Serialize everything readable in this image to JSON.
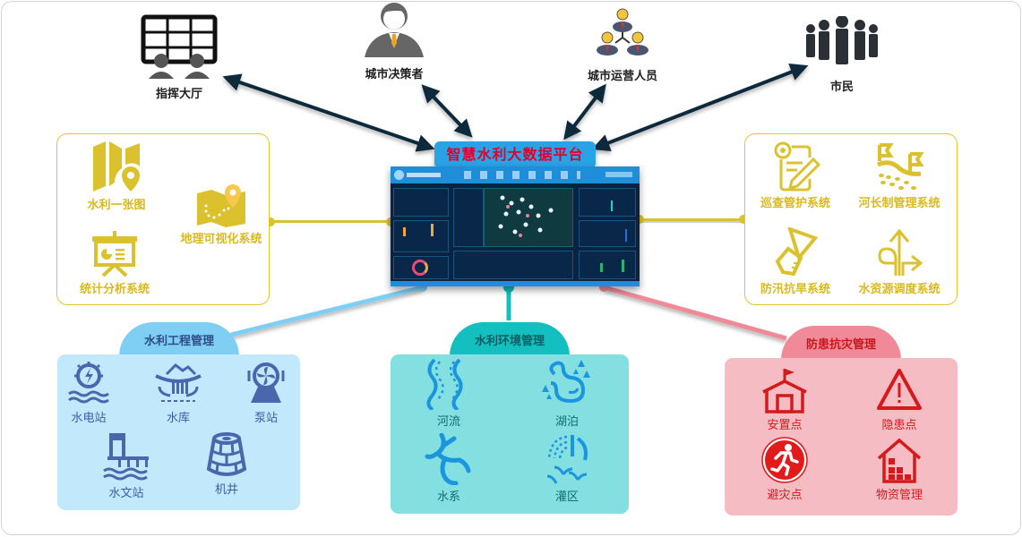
{
  "platform": {
    "title": "智慧水利大数据平台",
    "title_color": "#e3002a",
    "badge_color": "#2aa3e6"
  },
  "users": [
    {
      "label": "指挥大厅",
      "icon": "command-hall-icon"
    },
    {
      "label": "城市决策者",
      "icon": "decision-maker-icon"
    },
    {
      "label": "城市运营人员",
      "icon": "operations-staff-icon"
    },
    {
      "label": "市民",
      "icon": "citizens-icon"
    }
  ],
  "left_panel": {
    "color": "#d9b91f",
    "items": [
      {
        "label": "水利一张图",
        "icon": "folded-map-pin-icon"
      },
      {
        "label": "地理可视化系统",
        "icon": "route-map-icon"
      },
      {
        "label": "统计分析系统",
        "icon": "presentation-board-icon"
      }
    ]
  },
  "right_panel": {
    "color": "#d9b91f",
    "items": [
      {
        "label": "巡查管护系统",
        "icon": "inspection-pencil-icon"
      },
      {
        "label": "河长制管理系统",
        "icon": "river-flags-icon"
      },
      {
        "label": "防汛抗旱系统",
        "icon": "flood-flag-icon"
      },
      {
        "label": "水资源调度系统",
        "icon": "split-arrows-icon"
      }
    ]
  },
  "categories": [
    {
      "title": "水利工程管理",
      "head_color": "#7fcff5",
      "box_color": "#c2e8fb",
      "text_color": "#3a5da8",
      "items": [
        {
          "label": "水电站",
          "icon": "hydropower-station-icon"
        },
        {
          "label": "水库",
          "icon": "reservoir-icon"
        },
        {
          "label": "泵站",
          "icon": "pump-station-icon"
        },
        {
          "label": "水文站",
          "icon": "hydrological-station-icon"
        },
        {
          "label": "机井",
          "icon": "well-icon"
        }
      ]
    },
    {
      "title": "水利环境管理",
      "head_color": "#13bfbf",
      "box_color": "#84dfe0",
      "text_color": "#0d6f72",
      "items": [
        {
          "label": "河流",
          "icon": "river-icon"
        },
        {
          "label": "湖泊",
          "icon": "lake-icon"
        },
        {
          "label": "水系",
          "icon": "water-system-icon"
        },
        {
          "label": "灌区",
          "icon": "irrigation-area-icon"
        }
      ]
    },
    {
      "title": "防患抗灾管理",
      "head_color": "#f08a98",
      "box_color": "#f6bcc4",
      "text_color": "#d41a1a",
      "items": [
        {
          "label": "安置点",
          "icon": "shelter-icon"
        },
        {
          "label": "隐患点",
          "icon": "warning-triangle-icon"
        },
        {
          "label": "避灾点",
          "icon": "evacuation-runner-icon"
        },
        {
          "label": "物资管理",
          "icon": "supplies-house-icon"
        }
      ]
    }
  ]
}
